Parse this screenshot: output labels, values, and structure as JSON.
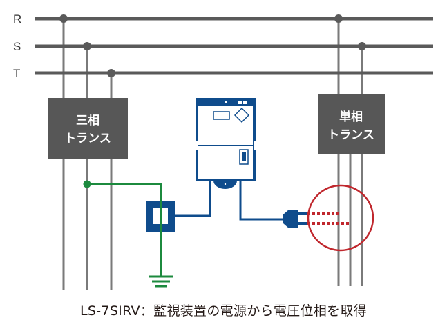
{
  "bus_lines": [
    {
      "id": "R",
      "label": "R"
    },
    {
      "id": "S",
      "label": "S"
    },
    {
      "id": "T",
      "label": "T"
    }
  ],
  "three_phase_transformer": {
    "line1": "三相",
    "line2": "トランス"
  },
  "single_phase_transformer": {
    "line1": "単相",
    "line2": "トランス"
  },
  "monitoring_device": {
    "name": "LS-7SIRV"
  },
  "caption": "LS-7SIRV：監視装置の電源から電圧位相を取得",
  "colors": {
    "line": "#5a5a5a",
    "tap_line": "#7a7a7a",
    "transformer": "#575757",
    "device": "#0f4c8c",
    "ground": "#1c8a3e",
    "highlight": "#c0272d",
    "text": "#231815"
  }
}
